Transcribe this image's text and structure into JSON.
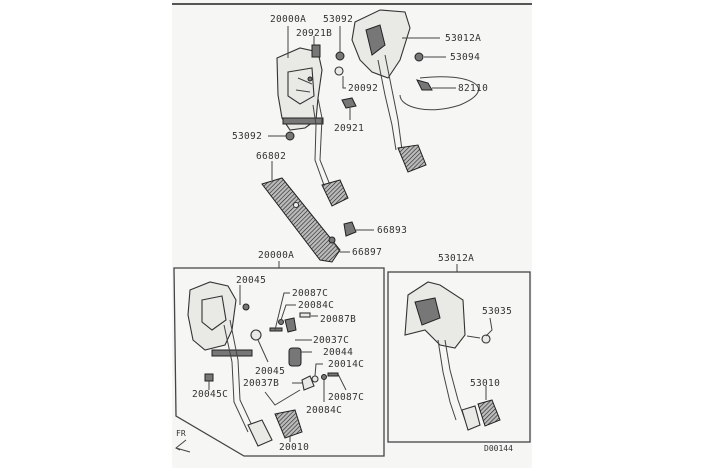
{
  "diagram": {
    "title": "Pedal assembly exploded parts diagram",
    "reference_code": "D00144",
    "direction_indicator": "FR",
    "main_view": {
      "callouts": [
        {
          "id": "c1",
          "part_number": "20000A"
        },
        {
          "id": "c2",
          "part_number": "53092"
        },
        {
          "id": "c3",
          "part_number": "20921B"
        },
        {
          "id": "c4",
          "part_number": "53012A"
        },
        {
          "id": "c5",
          "part_number": "53094"
        },
        {
          "id": "c6",
          "part_number": "20092"
        },
        {
          "id": "c7",
          "part_number": "82110"
        },
        {
          "id": "c8",
          "part_number": "20921"
        },
        {
          "id": "c9",
          "part_number": "53092"
        },
        {
          "id": "c10",
          "part_number": "66802"
        },
        {
          "id": "c11",
          "part_number": "66893"
        },
        {
          "id": "c12",
          "part_number": "66897"
        }
      ]
    },
    "detail_left": {
      "assembly_number": "20000A",
      "callouts": [
        {
          "id": "d1",
          "part_number": "20045"
        },
        {
          "id": "d2",
          "part_number": "20087C"
        },
        {
          "id": "d3",
          "part_number": "20084C"
        },
        {
          "id": "d4",
          "part_number": "20087B"
        },
        {
          "id": "d5",
          "part_number": "20037C"
        },
        {
          "id": "d6",
          "part_number": "20044"
        },
        {
          "id": "d7",
          "part_number": "20045"
        },
        {
          "id": "d8",
          "part_number": "20014C"
        },
        {
          "id": "d9",
          "part_number": "20045C"
        },
        {
          "id": "d10",
          "part_number": "20037B"
        },
        {
          "id": "d11",
          "part_number": "20087C"
        },
        {
          "id": "d12",
          "part_number": "20084C"
        },
        {
          "id": "d13",
          "part_number": "20010"
        }
      ]
    },
    "detail_right": {
      "assembly_number": "53012A",
      "callouts": [
        {
          "id": "e1",
          "part_number": "53035"
        },
        {
          "id": "e2",
          "part_number": "53010"
        }
      ]
    }
  }
}
